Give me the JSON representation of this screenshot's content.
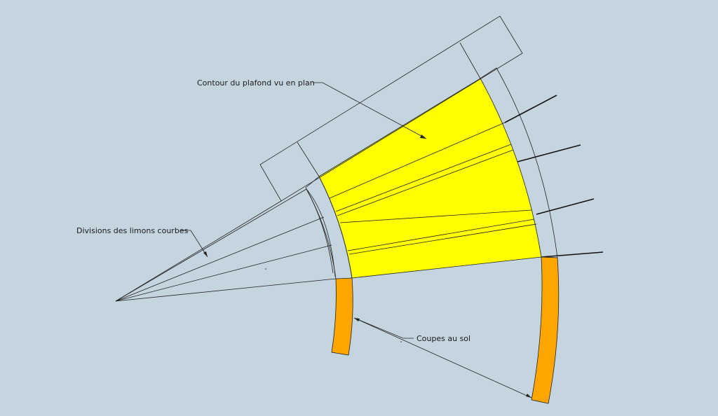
{
  "labels": {
    "ceiling_outline": "Contour du plafond vu en plan",
    "stringer_divisions": "Divisions des limons courbes",
    "floor_cuts": "Coupes au sol"
  },
  "colors": {
    "background": "#c5d5df",
    "ceiling_fill": "#ffff00",
    "floor_cut_fill": "#ffa500",
    "stroke": "#222222"
  }
}
